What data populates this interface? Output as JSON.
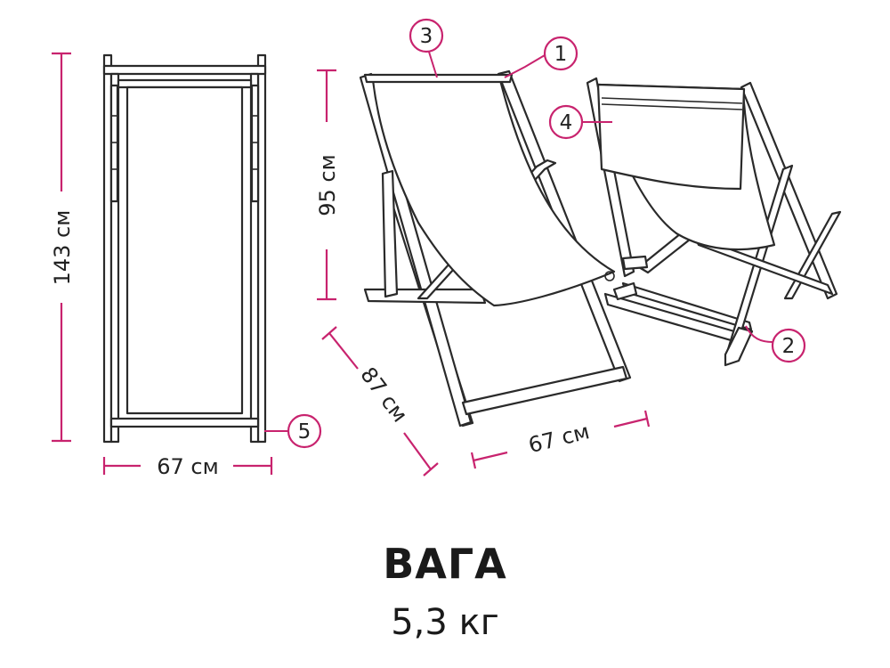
{
  "product": {
    "name": "ВАГА",
    "weight": "5,3 кг"
  },
  "dimensions": {
    "height_total": "143 см",
    "width_front": "67 см",
    "backrest_height": "95 см",
    "depth_side": "87 см",
    "width_side": "67 см"
  },
  "callouts": [
    "1",
    "2",
    "3",
    "4",
    "5"
  ],
  "colors": {
    "accent": "#c8236e",
    "line": "#2a2a2a",
    "background": "#ffffff"
  }
}
